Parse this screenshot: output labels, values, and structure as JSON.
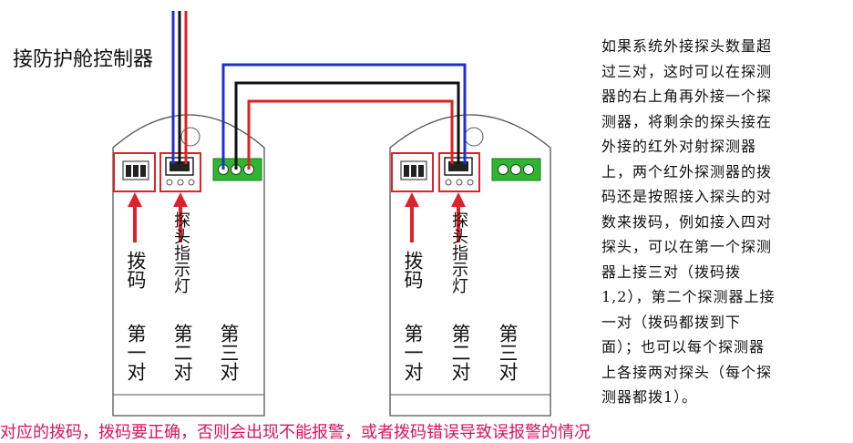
{
  "title": "接防护舱控制器",
  "note": "如果系统外接探头数量超\n过三对，这时可以在探测\n器的右上角再外接一个探\n测器，将剩余的探头接在\n外接的红外对射探测器\n上，两个红外探测器的拨\n码还是按照接入探头的对\n数来拨码，例如接入四对\n探头，可以在第一个探测\n器上接三对（拨码拨\n1,2），第二个探测器上接\n一对（拨码都拨到下\n面）；也可以每个探测器\n上各接两对探头（每个探\n测器都拨1）。",
  "detectors": [
    {
      "dip_label": "拨码",
      "indicator_label": "探头指示灯",
      "pair_labels": [
        "第一对",
        "第二对",
        "第三对"
      ]
    },
    {
      "dip_label": "拨码",
      "indicator_label": "探头指示灯",
      "pair_labels": [
        "第一对",
        "第二对",
        "第三对"
      ]
    }
  ],
  "footer": "对应的拨码，拨码要正确，否则会出现不能报警，或者拨码错误导致误报警的情况",
  "colors": {
    "wire_blue": "#1f2fd0",
    "wire_black": "#111111",
    "wire_red": "#e02020",
    "highlight_red": "#e0202a",
    "terminal_green": "#2fb52f",
    "footer_text": "#e0105f"
  }
}
